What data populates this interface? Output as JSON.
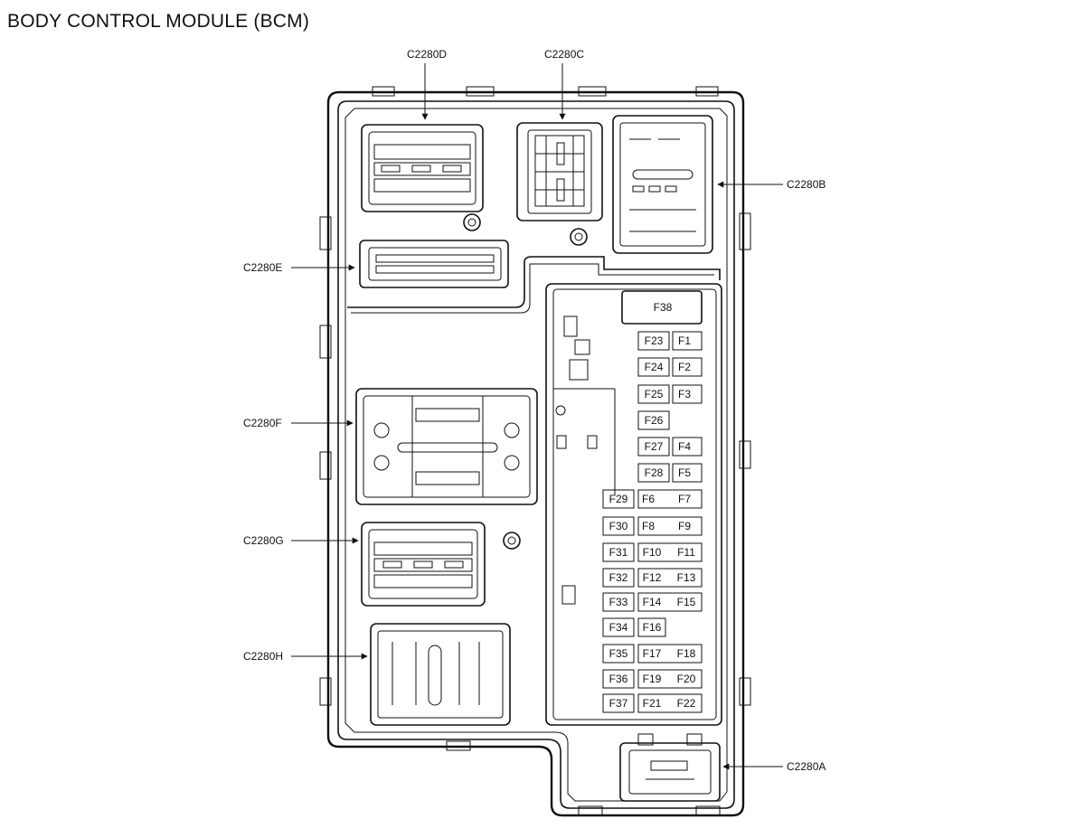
{
  "title": "BODY CONTROL MODULE (BCM)",
  "connectors": {
    "c2280a": "C2280A",
    "c2280b": "C2280B",
    "c2280c": "C2280C",
    "c2280d": "C2280D",
    "c2280e": "C2280E",
    "c2280f": "C2280F",
    "c2280g": "C2280G",
    "c2280h": "C2280H"
  },
  "fuses": {
    "f1": "F1",
    "f2": "F2",
    "f3": "F3",
    "f4": "F4",
    "f5": "F5",
    "f6": "F6",
    "f7": "F7",
    "f8": "F8",
    "f9": "F9",
    "f10": "F10",
    "f11": "F11",
    "f12": "F12",
    "f13": "F13",
    "f14": "F14",
    "f15": "F15",
    "f16": "F16",
    "f17": "F17",
    "f18": "F18",
    "f19": "F19",
    "f20": "F20",
    "f21": "F21",
    "f22": "F22",
    "f23": "F23",
    "f24": "F24",
    "f25": "F25",
    "f26": "F26",
    "f27": "F27",
    "f28": "F28",
    "f29": "F29",
    "f30": "F30",
    "f31": "F31",
    "f32": "F32",
    "f33": "F33",
    "f34": "F34",
    "f35": "F35",
    "f36": "F36",
    "f37": "F37",
    "f38": "F38"
  }
}
